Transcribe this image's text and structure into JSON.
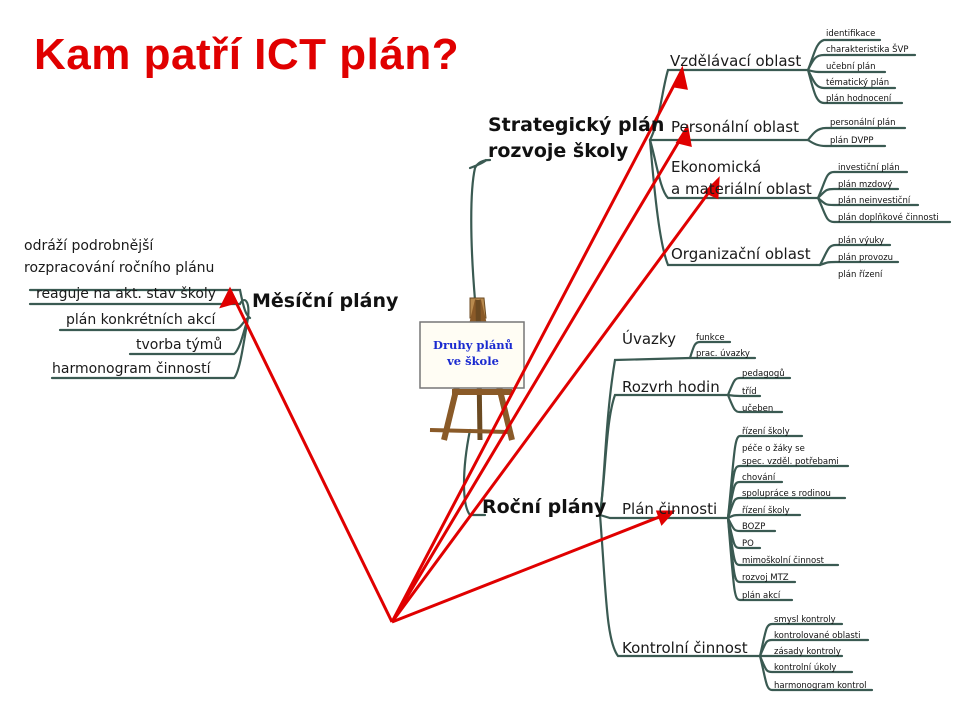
{
  "title": "Kam patří ICT plán?",
  "easel": {
    "line1": "Druhy plánů",
    "line2": "ve škole"
  },
  "strategic": {
    "label_line1": "Strategický plán",
    "label_line2": "rozvoje školy",
    "areas": [
      {
        "label": "Vzdělávací oblast",
        "items": [
          "identifikace",
          "charakteristika ŠVP",
          "učební plán",
          "tématický plán",
          "plán hodnocení"
        ]
      },
      {
        "label": "Personální oblast",
        "items": [
          "personální plán",
          "plán DVPP"
        ]
      },
      {
        "label_line1": "Ekonomická",
        "label_line2": "a materiální oblast",
        "items": [
          "investiční plán",
          "plán mzdový",
          "plán neinvestiční",
          "plán doplňkové činnosti"
        ]
      },
      {
        "label": "Organizační oblast",
        "items": [
          "plán výuky",
          "plán provozu",
          "plán řízení"
        ]
      }
    ]
  },
  "monthly": {
    "label": "Měsíční plány",
    "notes": [
      "odráží podrobnější",
      "rozpracování ročního plánu"
    ],
    "items": [
      "reaguje na akt. stav školy",
      "plán konkrétních akcí",
      "tvorba týmů",
      "harmonogram činností"
    ]
  },
  "annual": {
    "label": "Roční plány",
    "branches": [
      {
        "label": "Úvazky",
        "items": [
          "funkce",
          "prac. úvazky"
        ]
      },
      {
        "label": "Rozvrh hodin",
        "items": [
          "pedagogů",
          "tříd",
          "učeben"
        ]
      },
      {
        "label": "Plán činnosti",
        "items": [
          "řízení školy",
          "péče o žáky se",
          "spec. vzděl. potřebami",
          "chování",
          "spolupráce s rodinou",
          "řízení školy",
          "BOZP",
          "PO",
          "mimoškolní činnost",
          "rozvoj MTZ",
          "plán akcí"
        ]
      },
      {
        "label": "Kontrolní činnost",
        "items": [
          "smysl kontroly",
          "kontrolované oblasti",
          "zásady kontroly",
          "kontrolní úkoly",
          "harmonogram kontrol"
        ]
      }
    ]
  },
  "colors": {
    "title": "#e00000",
    "arrows": "#e00000",
    "branches": "#3a5a52",
    "easel_text": "#1a2ad0"
  }
}
